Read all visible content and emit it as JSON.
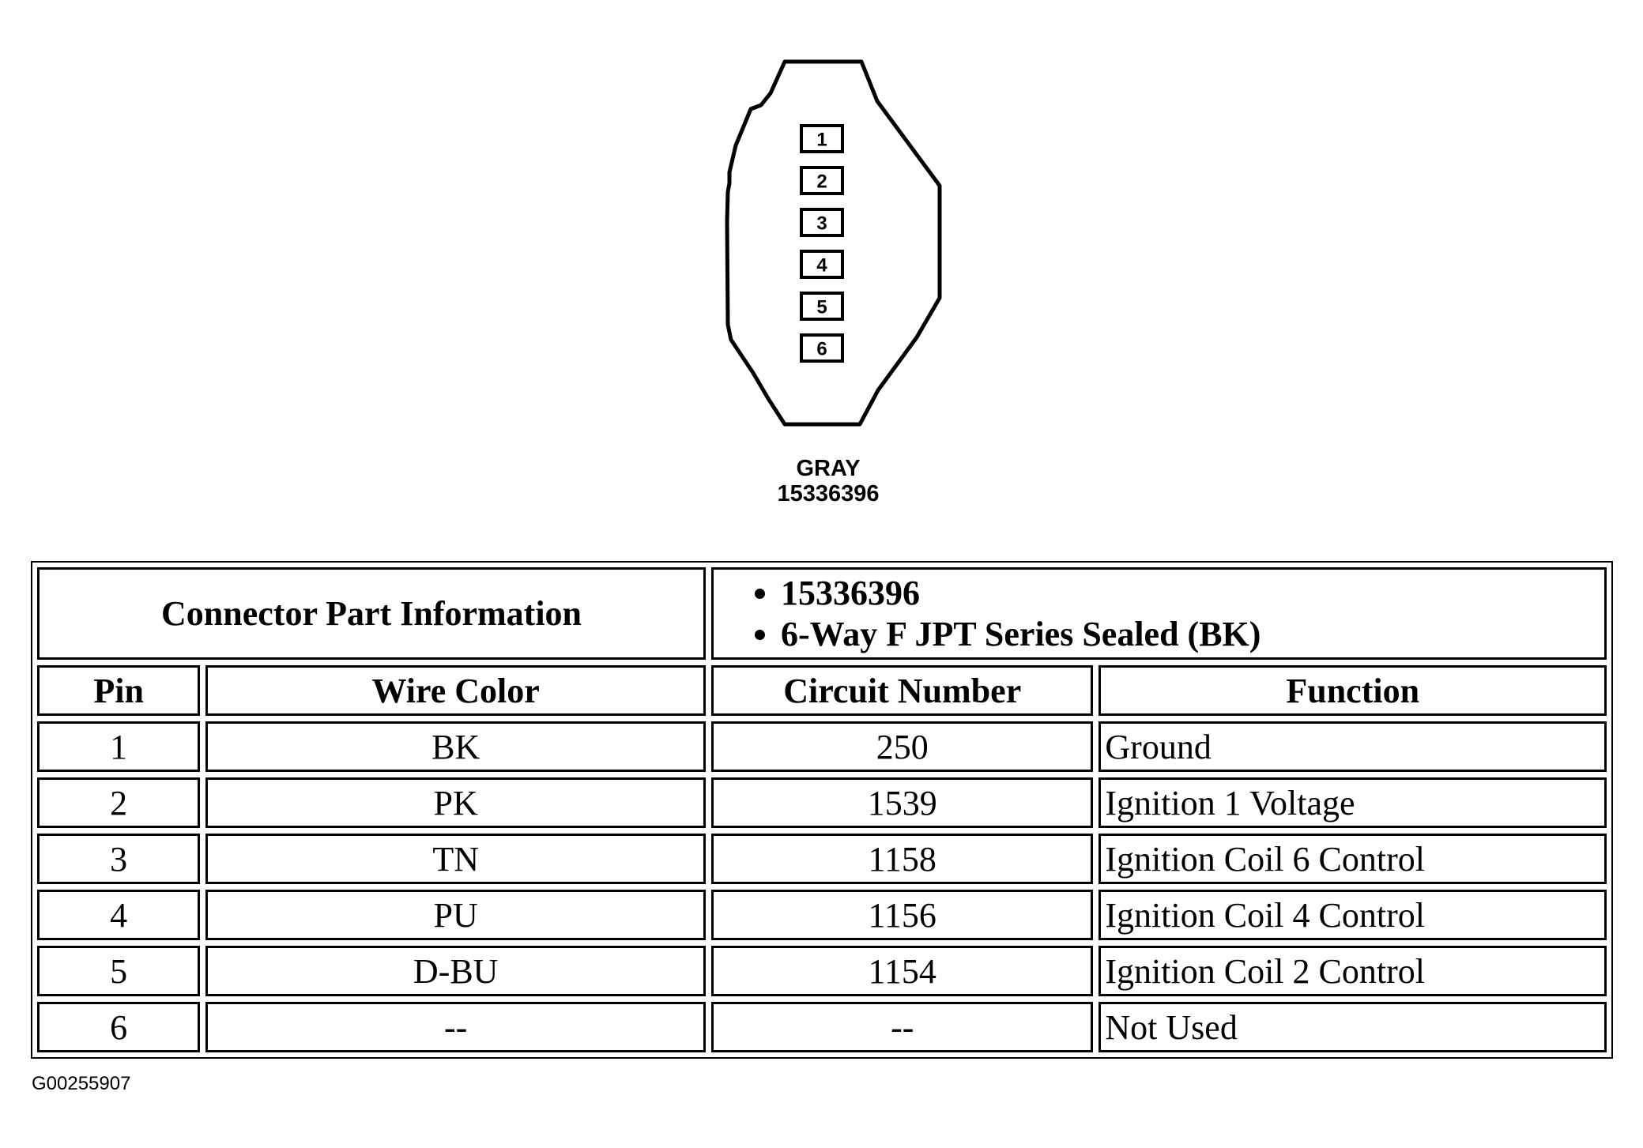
{
  "connector": {
    "color_label": "GRAY",
    "part_number": "15336396",
    "pins": [
      "1",
      "2",
      "3",
      "4",
      "5",
      "6"
    ]
  },
  "table": {
    "part_info_label": "Connector Part Information",
    "part_info_items": [
      "15336396",
      "6-Way F JPT Series Sealed (BK)"
    ],
    "headers": [
      "Pin",
      "Wire Color",
      "Circuit Number",
      "Function"
    ],
    "rows": [
      {
        "pin": "1",
        "wire_color": "BK",
        "circuit": "250",
        "function": "Ground"
      },
      {
        "pin": "2",
        "wire_color": "PK",
        "circuit": "1539",
        "function": "Ignition 1 Voltage"
      },
      {
        "pin": "3",
        "wire_color": "TN",
        "circuit": "1158",
        "function": "Ignition Coil 6 Control"
      },
      {
        "pin": "4",
        "wire_color": "PU",
        "circuit": "1156",
        "function": "Ignition Coil 4 Control"
      },
      {
        "pin": "5",
        "wire_color": "D-BU",
        "circuit": "1154",
        "function": "Ignition Coil 2 Control"
      },
      {
        "pin": "6",
        "wire_color": "--",
        "circuit": "--",
        "function": "Not Used"
      }
    ]
  },
  "figure_id": "G00255907"
}
